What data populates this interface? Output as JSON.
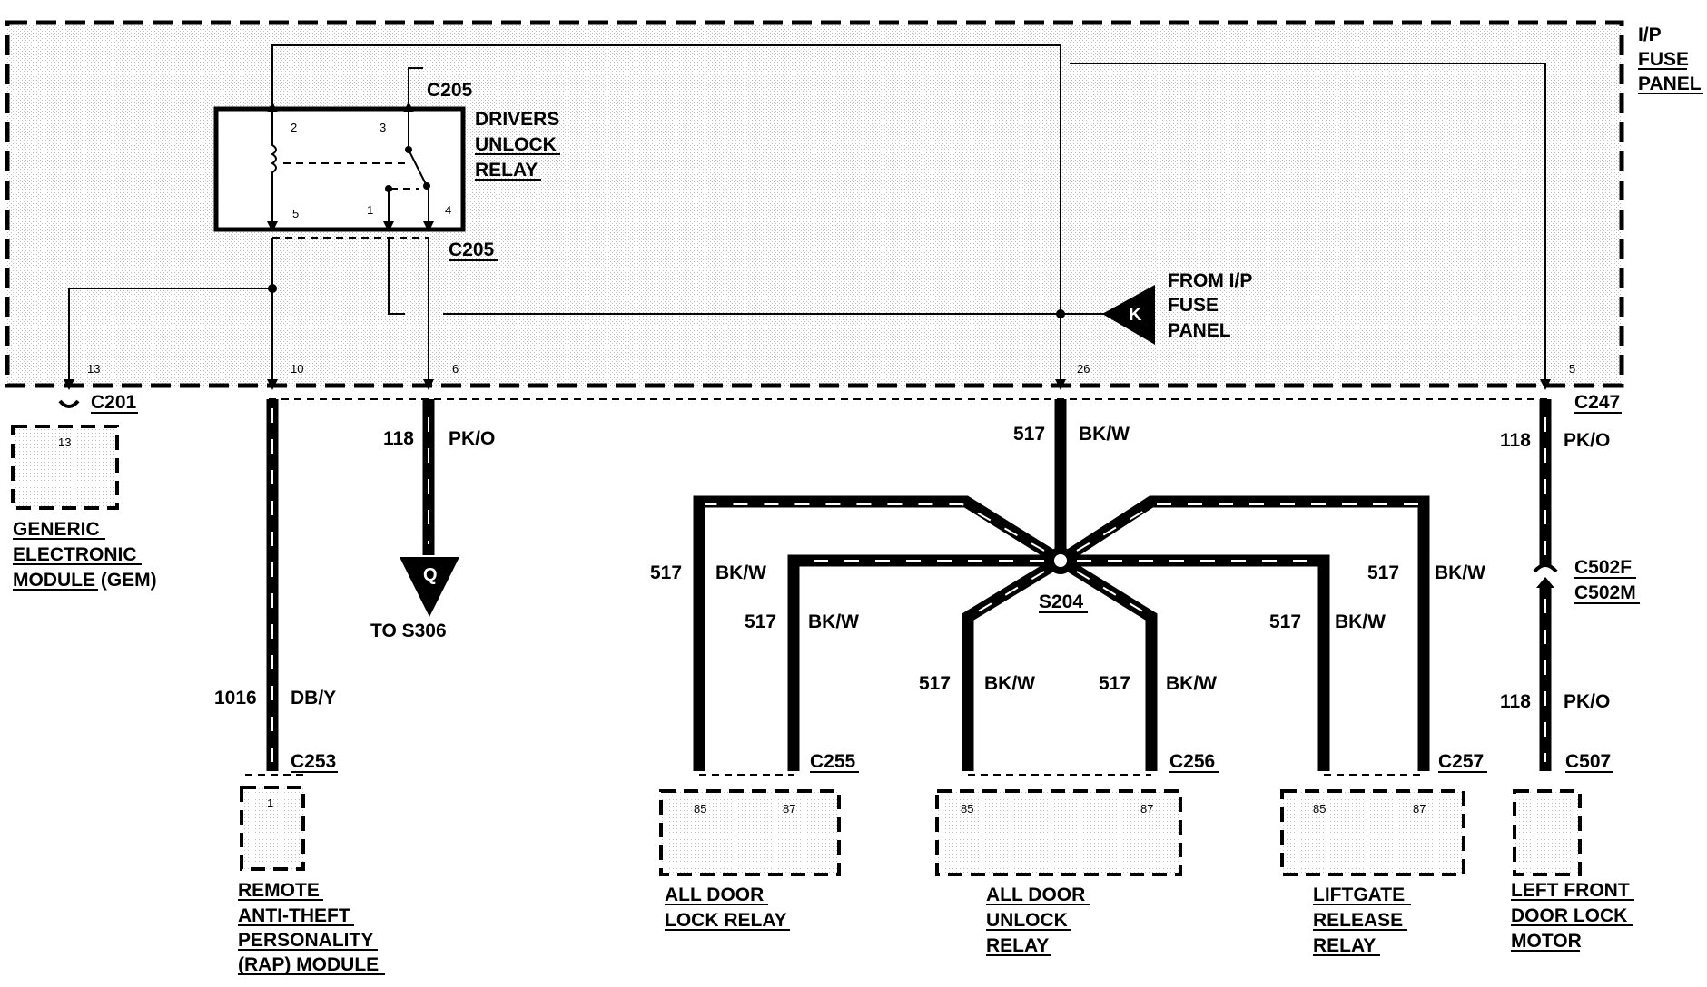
{
  "fuse_panel": {
    "line1": "I/P",
    "line2": "FUSE",
    "line3": "PANEL"
  },
  "relay": {
    "line1": "DRIVERS",
    "line2": "UNLOCK",
    "line3": "RELAY",
    "connector_top": "C205",
    "connector_bottom": "C205",
    "pins": {
      "p1": "1",
      "p2": "2",
      "p3": "3",
      "p4": "4",
      "p5": "5"
    }
  },
  "source": {
    "symbol": "K",
    "line1": "FROM I/P",
    "line2": "FUSE",
    "line3": "PANEL"
  },
  "panel_pins": {
    "p13": "13",
    "p10": "10",
    "p6": "6",
    "p26": "26",
    "p5": "5"
  },
  "gem": {
    "connector": "C201",
    "pin": "13",
    "line1": "GENERIC",
    "line2": "ELECTRONIC",
    "line3": "MODULE (GEM)"
  },
  "rap": {
    "circuit": "1016",
    "color": "DB/Y",
    "connector": "C253",
    "pin": "1",
    "line1": "REMOTE",
    "line2": "ANTI-THEFT",
    "line3": "PERSONALITY",
    "line4": "(RAP) MODULE"
  },
  "s306": {
    "circuit": "118",
    "color": "PK/O",
    "symbol": "Q",
    "label": "TO S306"
  },
  "splice": {
    "label": "S204",
    "feed": {
      "circuit": "517",
      "color": "BK/W"
    },
    "branch_circuit": "517",
    "branch_color": "BK/W"
  },
  "lock_relay": {
    "connector": "C255",
    "pin_a": "85",
    "pin_b": "87",
    "line1": "ALL DOOR",
    "line2": "LOCK RELAY"
  },
  "unlock_relay": {
    "connector": "C256",
    "pin_a": "85",
    "pin_b": "87",
    "line1": "ALL DOOR",
    "line2": "UNLOCK",
    "line3": "RELAY"
  },
  "liftgate_relay": {
    "connector": "C257",
    "pin_a": "85",
    "pin_b": "87",
    "line1": "LIFTGATE",
    "line2": "RELEASE",
    "line3": "RELAY"
  },
  "door_motor": {
    "connector_top": "C247",
    "circuit_top": "118",
    "color_top": "PK/O",
    "inline_f": "C502F",
    "inline_m": "C502M",
    "circuit_bottom": "118",
    "color_bottom": "PK/O",
    "connector_bottom": "C507",
    "line1": "LEFT FRONT",
    "line2": "DOOR LOCK",
    "line3": "MOTOR"
  }
}
